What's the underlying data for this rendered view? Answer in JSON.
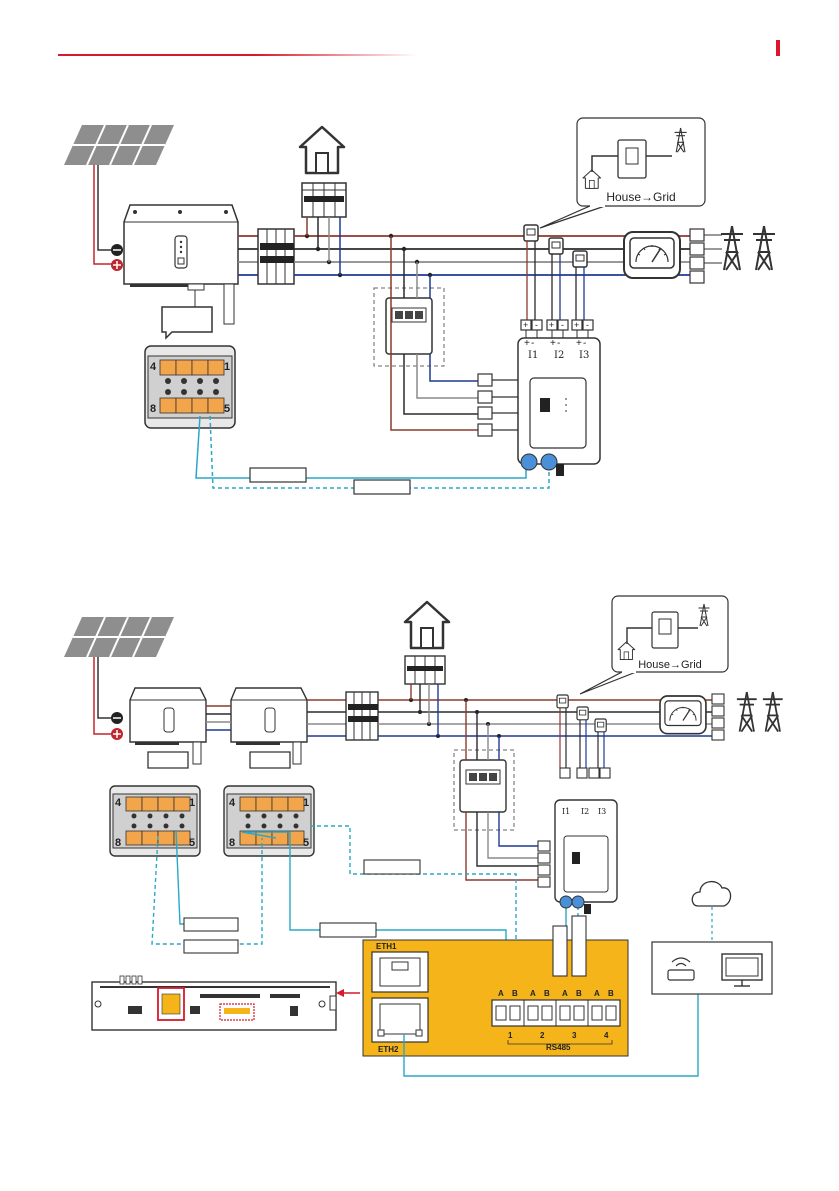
{
  "colors": {
    "accent_red": "#d7192b",
    "wire_brown": "#8b3a2e",
    "wire_black": "#2b2b2b",
    "wire_grey": "#8a8a8a",
    "wire_blue": "#1f3a93",
    "comm_cyan": "#2aa7c9",
    "connector_orange": "#f2a54a",
    "datalogger_yellow": "#f4b41a",
    "frame_red": "#d7192b"
  },
  "diagram1": {
    "popup_label": "House→Grid",
    "terminal_labels": [
      "I1",
      "I2",
      "I3"
    ],
    "terminal_signs": [
      "+",
      "-",
      "+",
      "-",
      "+",
      "-"
    ],
    "connector_numbers": [
      "4",
      "1",
      "8",
      "5"
    ]
  },
  "diagram2": {
    "popup_label": "House→Grid",
    "terminal_labels": [
      "I1",
      "I2",
      "I3"
    ],
    "connector_numbers": [
      "4",
      "1",
      "8",
      "5"
    ],
    "eth_top": "ETH1",
    "eth_bottom": "ETH2",
    "rs485_pins": [
      "A",
      "B",
      "A",
      "B",
      "A",
      "B",
      "A",
      "B"
    ],
    "rs485_groups": [
      "1",
      "2",
      "3",
      "4"
    ],
    "rs485_label": "RS485"
  }
}
